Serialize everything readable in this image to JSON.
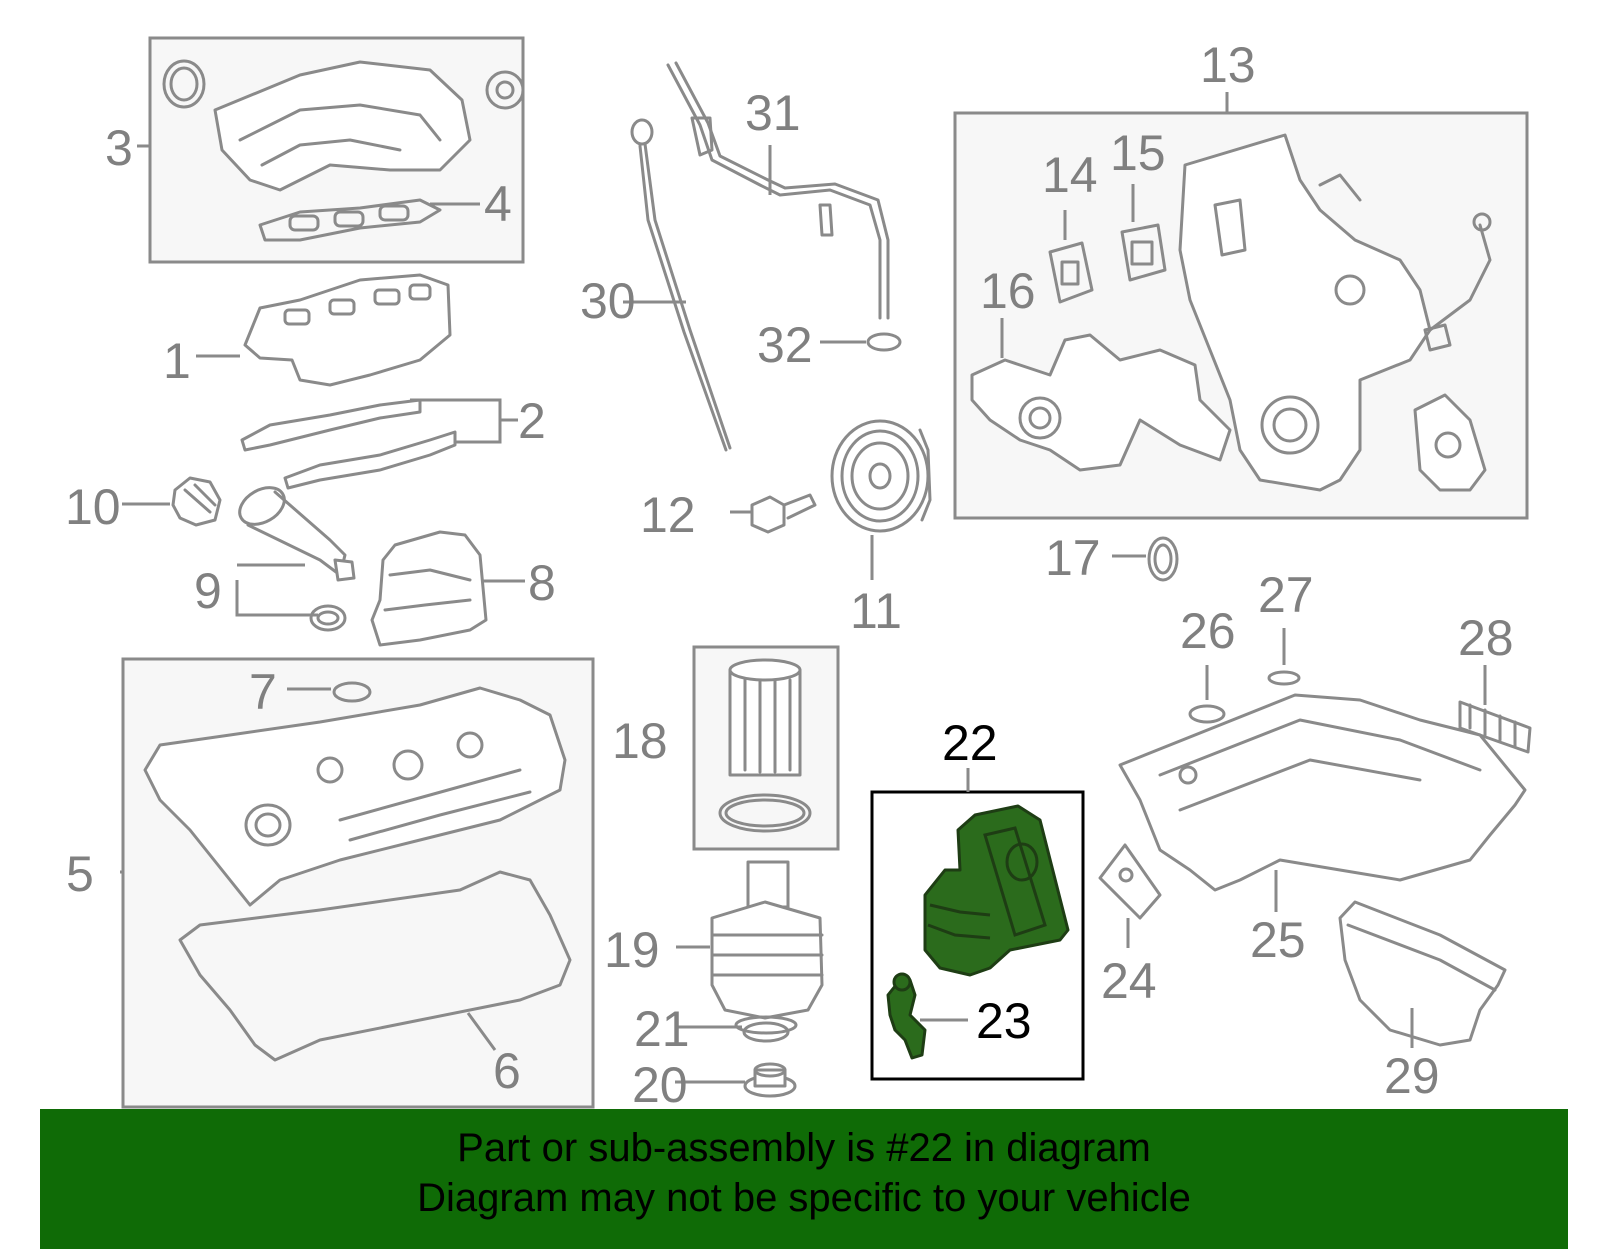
{
  "colors": {
    "highlight_part": "#2b6b1c",
    "banner_background": "#0f6b06",
    "line_art": "#8a8a8a",
    "callout_text": "#808080"
  },
  "callouts": {
    "c1": "1",
    "c2": "2",
    "c3": "3",
    "c4": "4",
    "c5": "5",
    "c6": "6",
    "c7": "7",
    "c8": "8",
    "c9": "9",
    "c10": "10",
    "c11": "11",
    "c12": "12",
    "c13": "13",
    "c14": "14",
    "c15": "15",
    "c16": "16",
    "c17": "17",
    "c18": "18",
    "c19": "19",
    "c20": "20",
    "c21": "21",
    "c22": "22",
    "c23": "23",
    "c24": "24",
    "c25": "25",
    "c26": "26",
    "c27": "27",
    "c28": "28",
    "c29": "29",
    "c30": "30",
    "c31": "31",
    "c32": "32"
  },
  "highlighted_parts": [
    "22",
    "23"
  ],
  "banner": {
    "line1": "Part or sub-assembly is #22 in diagram",
    "line2": "Diagram may not be specific to your vehicle"
  }
}
